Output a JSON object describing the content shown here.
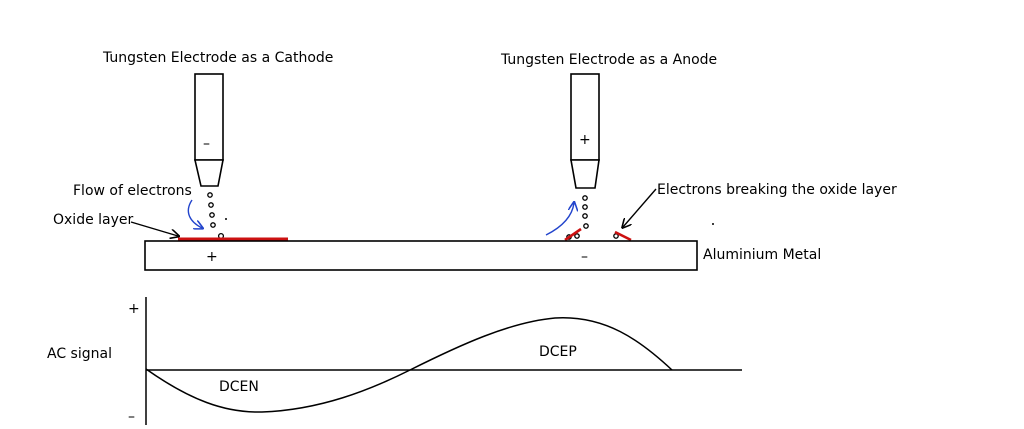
{
  "labels": {
    "cathode_title": "Tungsten Electrode as a Cathode",
    "anode_title": "Tungsten Electrode as a Anode",
    "cathode_polarity": "–",
    "anode_polarity": "+",
    "flow_of_electrons": "Flow of electrons",
    "oxide_layer": "Oxide layer",
    "electrons_breaking": "Electrons breaking the oxide layer",
    "metal_left_polarity": "+",
    "metal_right_polarity": "–",
    "aluminium_metal": "Aluminium Metal",
    "ac_signal": "AC signal",
    "axis_plus": "+",
    "axis_minus": "–",
    "dcen": "DCEN",
    "dcep": "DCEP"
  },
  "colors": {
    "line": "#000000",
    "oxide": "#cc1111",
    "arrow_blue": "#2244cc",
    "background": "#ffffff"
  }
}
